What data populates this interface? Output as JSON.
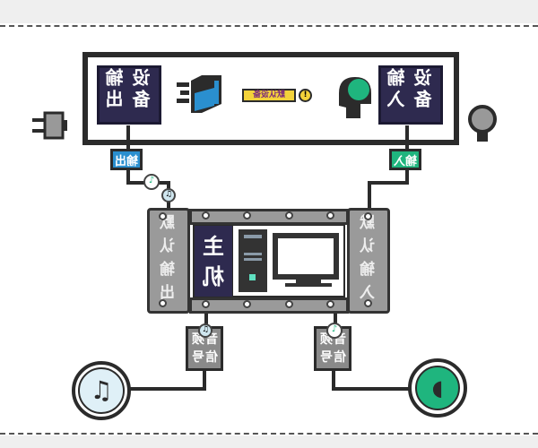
{
  "output_device": {
    "chars": [
      "输",
      "设",
      "出",
      "备"
    ],
    "label": "输出设备"
  },
  "input_device": {
    "chars": [
      "输",
      "设",
      "入",
      "备"
    ],
    "label": "输入设备"
  },
  "default_badge": {
    "label": "默认设备",
    "mark": "!"
  },
  "output_tag": "输出",
  "input_tag": "输入",
  "host": {
    "chars": [
      "主",
      "机"
    ],
    "label": "主机"
  },
  "default_output": {
    "chars": [
      "默",
      "认",
      "输",
      "出"
    ],
    "label": "默认输出"
  },
  "default_input": {
    "chars": [
      "默",
      "认",
      "输",
      "入"
    ],
    "label": "默认输入"
  },
  "audio_signal_left": {
    "chars": [
      "音",
      "频",
      "信",
      "号"
    ],
    "label": "音频信号"
  },
  "audio_signal_right": {
    "chars": [
      "音",
      "频",
      "信",
      "号"
    ],
    "label": "音频信号"
  },
  "colors": {
    "navy": "#2e2a4f",
    "blue": "#2a8fcf",
    "green": "#1fb57e",
    "yellow": "#f3d23a",
    "gray": "#9a9a9a"
  }
}
